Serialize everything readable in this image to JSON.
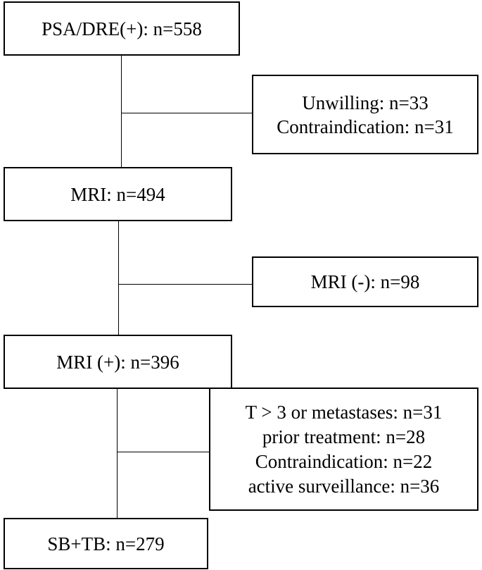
{
  "flowchart": {
    "main": {
      "psa_dre": "PSA/DRE(+): n=558",
      "mri": "MRI: n=494",
      "mri_positive": "MRI (+): n=396",
      "sb_tb": "SB+TB: n=279"
    },
    "exclusions": {
      "after_psa": [
        "Unwilling: n=33",
        "Contraindication: n=31"
      ],
      "after_mri": [
        "MRI (-): n=98"
      ],
      "after_mri_positive": [
        "T > 3 or metastases: n=31",
        "prior treatment: n=28",
        "Contraindication: n=22",
        "active surveillance: n=36"
      ]
    }
  }
}
